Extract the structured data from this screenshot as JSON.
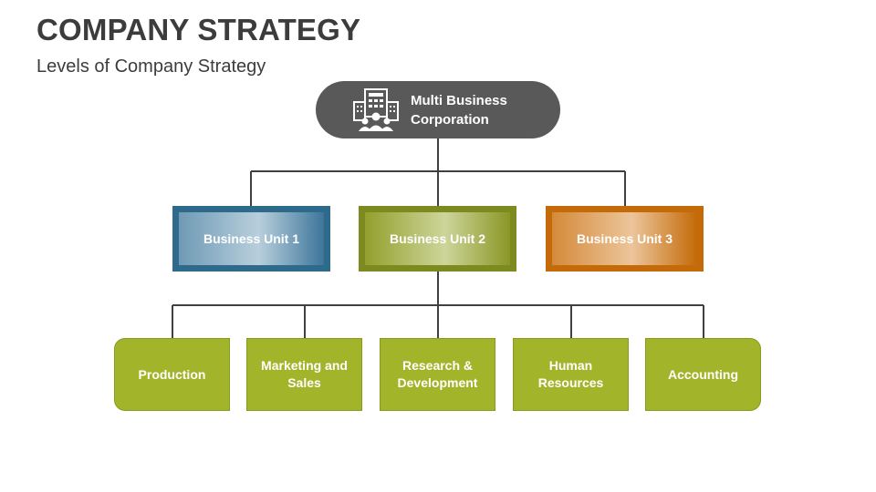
{
  "title": "COMPANY STRATEGY",
  "subtitle": "Levels of Company Strategy",
  "root": {
    "label": "Multi Business Corporation",
    "icon": "corporate-building-people-icon",
    "color": "#595959"
  },
  "units": [
    {
      "label": "Business Unit 1",
      "color": "#2e6a8c"
    },
    {
      "label": "Business Unit 2",
      "color": "#7d8a1f"
    },
    {
      "label": "Business Unit 3",
      "color": "#c46a08"
    }
  ],
  "departments": [
    {
      "label": "Production"
    },
    {
      "label": "Marketing and Sales"
    },
    {
      "label": "Research & Development"
    },
    {
      "label": "Human Resources"
    },
    {
      "label": "Accounting"
    }
  ],
  "department_color": "#a2b52a",
  "connector_color": "#404040"
}
